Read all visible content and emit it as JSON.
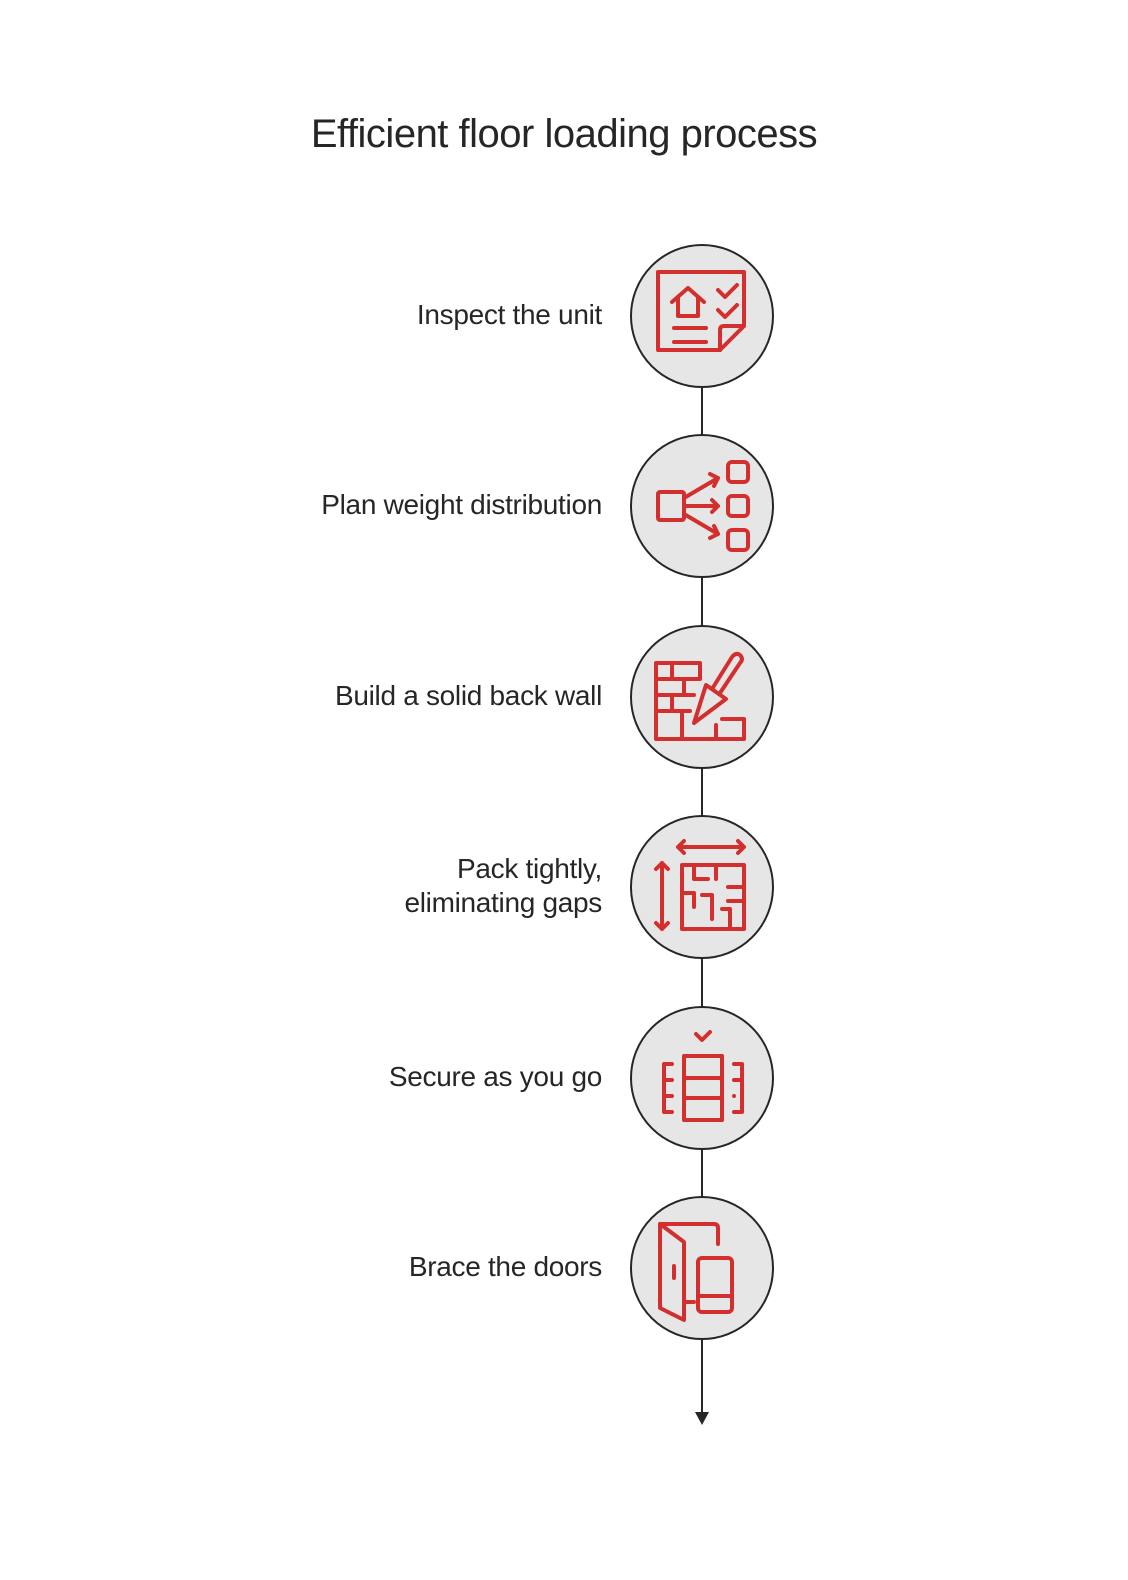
{
  "title": "Efficient floor loading process",
  "accent_color": "#d32f2f",
  "line_color": "#262626",
  "node_fill": "#e6e6e6",
  "steps": [
    {
      "label": "Inspect the unit",
      "icon": "inspection-checklist-icon"
    },
    {
      "label": "Plan weight distribution",
      "icon": "distribution-arrows-icon"
    },
    {
      "label": "Build a solid back wall",
      "icon": "brick-wall-trowel-icon"
    },
    {
      "label_line1": "Pack tightly,",
      "label_line2": "eliminating gaps",
      "icon": "floor-plan-dimensions-icon"
    },
    {
      "label": "Secure as you go",
      "icon": "secured-stack-icon"
    },
    {
      "label": "Brace the doors",
      "icon": "door-brace-icon"
    }
  ]
}
